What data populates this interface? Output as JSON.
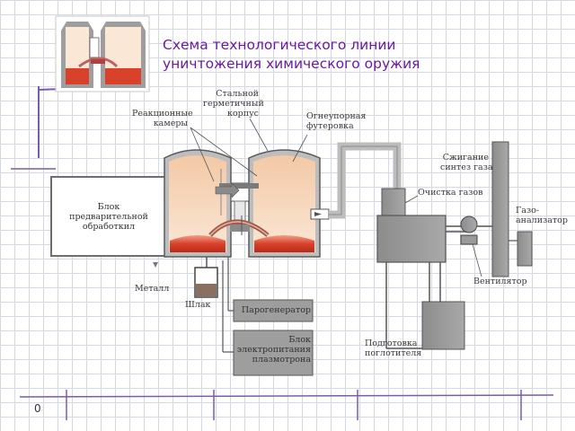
{
  "title_line1": "Схема технологического линии",
  "title_line2": "уничтожения химического оружия",
  "labels": {
    "pretreatment": [
      "Блок",
      "предварительной",
      "обработкил"
    ],
    "reaction_chambers": [
      "Реакционные",
      "камеры"
    ],
    "steel_body": [
      "Стальной",
      "герметичный",
      "корпус"
    ],
    "refractory": [
      "Огнеупорная",
      "футеровка"
    ],
    "combustion": [
      "Сжигание",
      "синтез газа"
    ],
    "gas_cleaning": "Очистка газов",
    "gas_analyzer": [
      "Газо-",
      "анализатор"
    ],
    "fan": "Вентилятор",
    "metal": "Металл",
    "slag": "Шлак",
    "steam_generator": "Парогенератор",
    "plasmatron_power": [
      "Блок",
      "электропитания",
      "плазмотрона"
    ],
    "absorber_prep": [
      "Подготовка",
      "поглотителя"
    ]
  },
  "slide_number": "0",
  "colors": {
    "title": "#6a1b9a",
    "chamber_fill": "#f7dcc4",
    "molten": "#d9412b",
    "equipment": "#8a8a8a",
    "accent_lines": "#7a5ca8"
  }
}
